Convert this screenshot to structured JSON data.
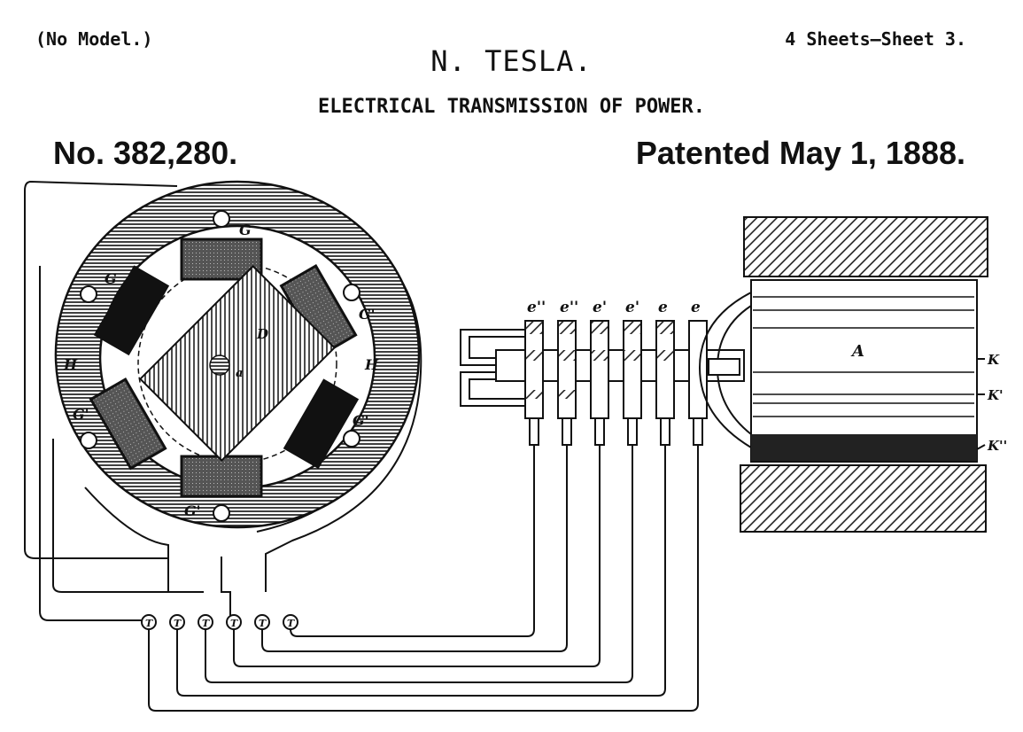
{
  "header": {
    "model_note": "(No Model.)",
    "sheets": "4 Sheets—Sheet 3.",
    "inventor": "N. TESLA.",
    "title": "ELECTRICAL TRANSMISSION OF POWER.",
    "patent_number": "No. 382,280.",
    "patent_date": "Patented May 1, 1888."
  },
  "labels": {
    "pole_top": "G",
    "pole_upper_left": "G",
    "pole_upper_right": "G'",
    "pole_lower_left": "G'",
    "pole_lower_right": "G'",
    "pole_bottom": "G'",
    "ring_left": "H",
    "ring_right": "H",
    "rotor": "D",
    "shaft": "a",
    "armature": "A",
    "k": "K",
    "k1": "K'",
    "k2": "K''",
    "rings": [
      "e''",
      "e''",
      "e'",
      "e'",
      "e",
      "e"
    ],
    "terminals": [
      "T",
      "T",
      "T",
      "T",
      "T",
      "T"
    ]
  }
}
